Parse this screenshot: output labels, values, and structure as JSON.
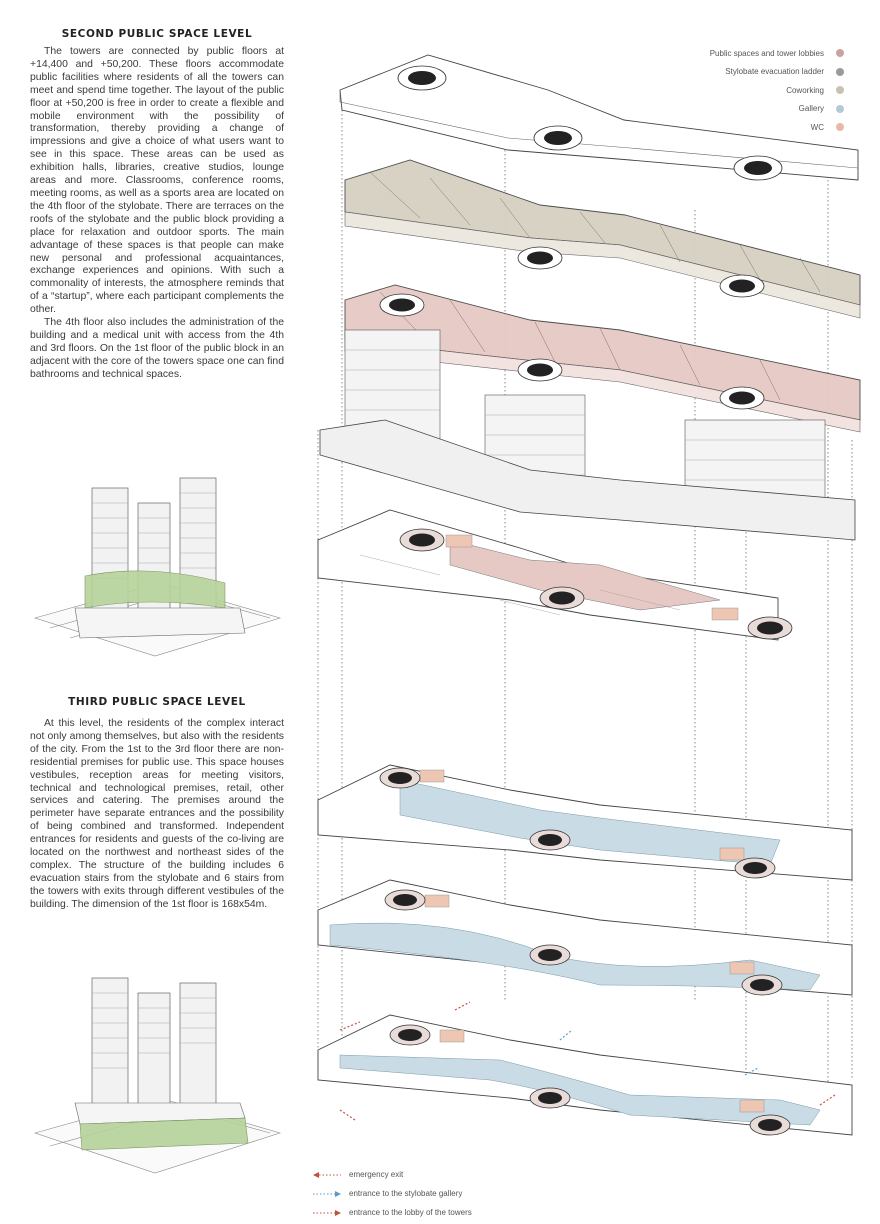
{
  "left": {
    "section1_title": "SECOND PUBLIC SPACE LEVEL",
    "section1_paragraphs": [
      "The towers are connected by public floors at +14,400 and +50,200. These floors accommodate public facilities where residents of all the towers can meet and spend time together. The layout of the public floor at +50,200 is free in order to create a flexible and mobile environment with the possibility of transformation, thereby providing a change of impressions and give a choice of what users want to see in this space. These areas can be used as exhibition halls, libraries, creative studios, lounge areas and more. Classrooms, conference rooms, meeting rooms, as well as a sports area are located on the 4th floor of the stylobate. There are terraces on the roofs of the stylobate and the public block providing a place for relaxation and outdoor sports. The main advantage of these spaces is that people can make new personal and professional acquaintances, exchange experiences and opinions. With such a commonality of interests, the atmosphere reminds that of a “startup”, where each participant complements the other.",
      "The 4th floor also includes the administration of the building and a medical unit with access from the 4th and 3rd floors. On the 1st floor of the public block in an adjacent with the core of the towers space one can find bathrooms and technical spaces."
    ],
    "section2_title": "THIRD PUBLIC SPACE LEVEL",
    "section2_paragraphs": [
      "At this level, the residents of the complex interact not only among themselves, but also with the residents of the city. From the 1st to the 3rd floor there are non-residential premises for public use. This space houses vestibules, reception areas for meeting visitors, technical and technological premises, retail, other services and catering. The premises around the perimeter have separate entrances and the possibility of being combined and transformed. Independent entrances for residents and guests of the co-living are located on the northwest and northeast sides of the complex. The structure of the building includes 6 evacuation stairs from the stylobate and 6 stairs from the towers with exits through different vestibules of the building. The dimension of the 1st floor is 168x54m."
    ]
  },
  "legend": [
    {
      "label": "Public spaces and tower lobbies",
      "color": "#c9a3a0"
    },
    {
      "label": "Stylobate evacuation ladder",
      "color": "#9a9a96"
    },
    {
      "label": "Coworking",
      "color": "#c8c2b2"
    },
    {
      "label": "Gallery",
      "color": "#b3cbd6"
    },
    {
      "label": "WC",
      "color": "#e8b9a6"
    }
  ],
  "bottom_legend": [
    {
      "label": "emergency exit",
      "color": "#c0523e"
    },
    {
      "label": "entrance to the stylobate gallery",
      "color": "#5e9ac2"
    },
    {
      "label": "entrance to the lobby of the towers",
      "color": "#c0523e"
    }
  ],
  "colors": {
    "public": "#e3c8c4",
    "coworking": "#cfcabc",
    "gallery": "#c9dce6",
    "wc": "#eec6b4",
    "line": "#555555",
    "green_band": "#b6d39a"
  }
}
